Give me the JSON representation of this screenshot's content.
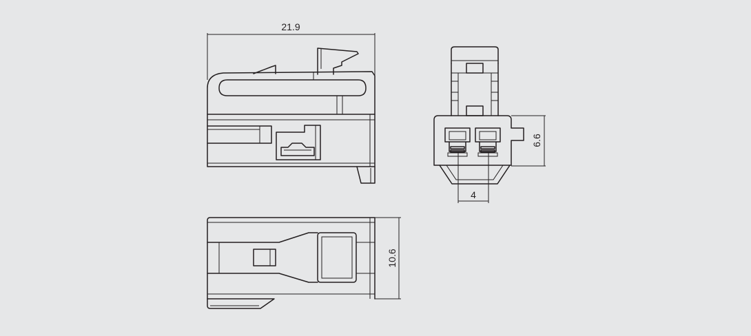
{
  "dimensions": {
    "length": "21.9",
    "width": "10.6",
    "height": "6.6",
    "pitch": "4"
  },
  "colors": {
    "background": "#e6e7e8",
    "line": "#231f20"
  }
}
